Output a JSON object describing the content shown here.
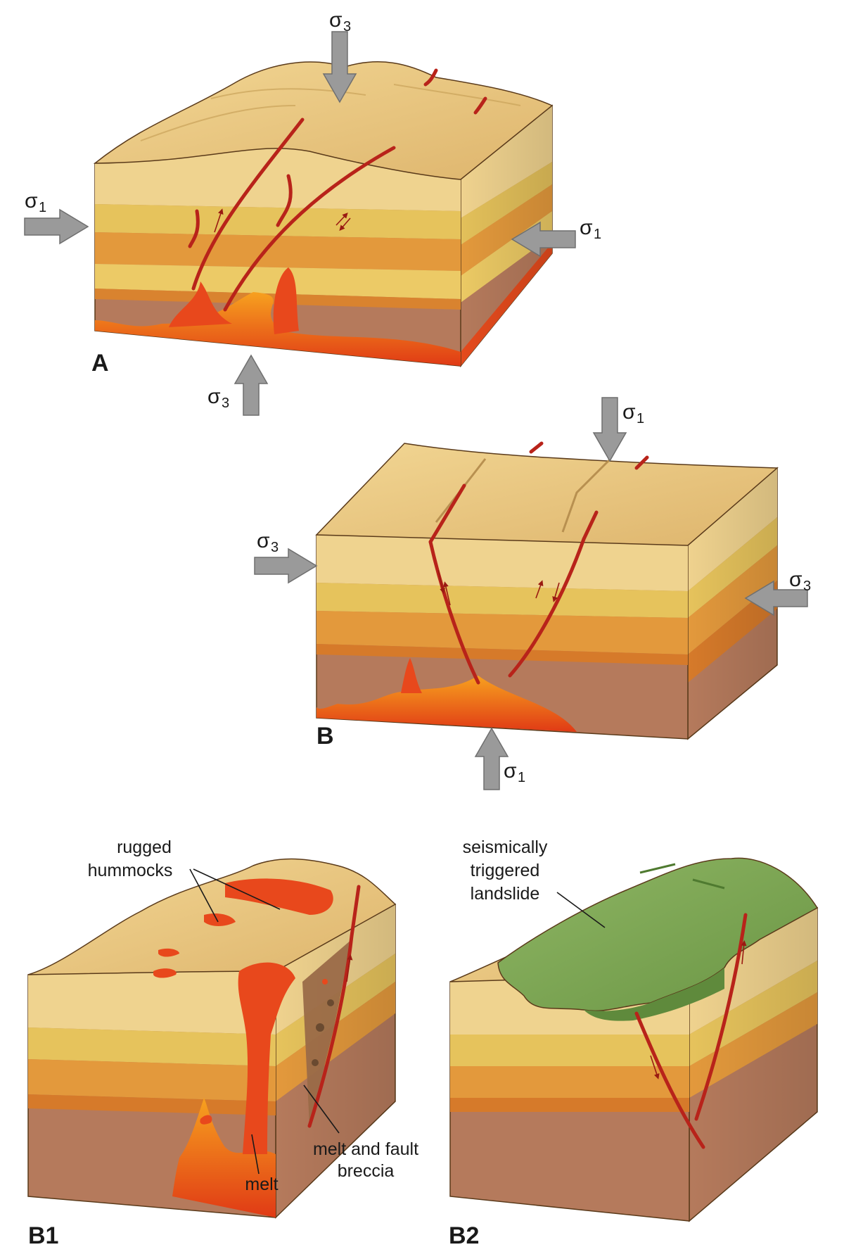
{
  "panels": {
    "a": {
      "label": "A"
    },
    "b": {
      "label": "B"
    },
    "b1": {
      "label": "B1"
    },
    "b2": {
      "label": "B2"
    }
  },
  "stress": {
    "sigma": "σ",
    "sub1": "1",
    "sub3": "3"
  },
  "annotations": {
    "rugged_hummocks": [
      "rugged",
      "hummocks"
    ],
    "melt_and_fault_breccia": [
      "melt and fault",
      "breccia"
    ],
    "melt": "melt",
    "seismically_triggered_landslide": [
      "seismically",
      "triggered",
      "landslide"
    ]
  },
  "colors": {
    "top_surface": "#e9c67c",
    "layer_light": "#f0d591",
    "layer_yellow": "#e5c25d",
    "layer_orange": "#e39a3d",
    "layer_dark_orange": "#d67a2a",
    "basement": "#b57a5c",
    "melt": "#e8481c",
    "melt_hot": "#f79a22",
    "fault": "#b8231a",
    "landslide": "#7fa552",
    "arrow": "#9a9a9a"
  }
}
